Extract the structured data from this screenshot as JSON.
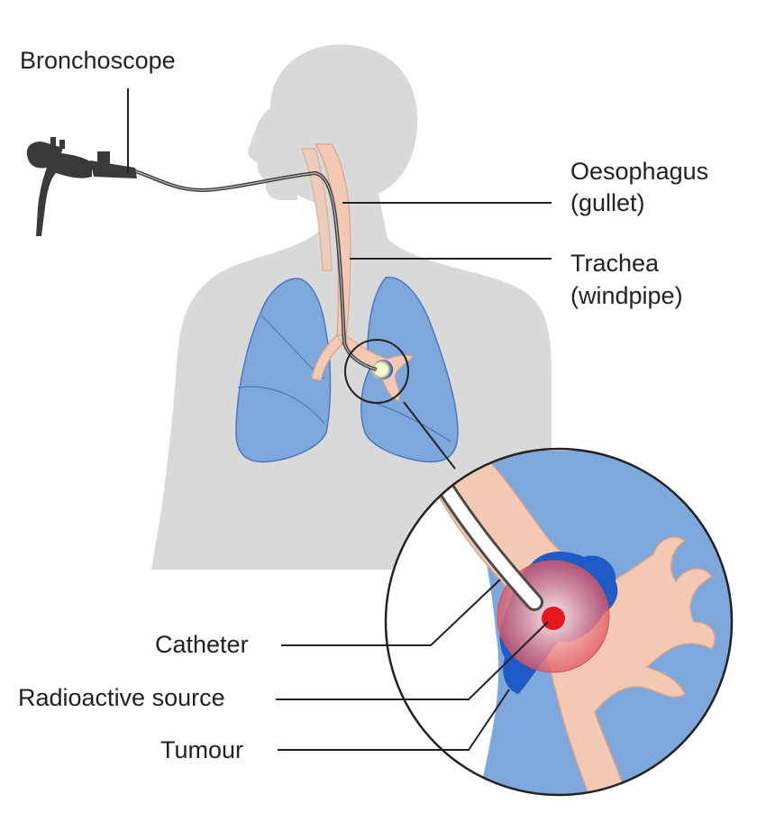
{
  "labels": {
    "bronchoscope": "Bronchoscope",
    "oesophagus": "Oesophagus",
    "oesophagus_sub": "(gullet)",
    "trachea": "Trachea",
    "trachea_sub": "(windpipe)",
    "catheter": "Catheter",
    "radioactive_source": "Radioactive source",
    "tumour": "Tumour"
  },
  "colors": {
    "body": "#d9d9d9",
    "lung_fill": "#7ea7dc",
    "lung_stroke": "#4a79bf",
    "airway": "#f3c9b4",
    "airway_stroke": "#d9a48d",
    "tumour": "#1f5bc7",
    "source": "#e8161e",
    "radiation_glow": "#f2a3a7",
    "leader_line": "#222222",
    "instrument": "#3a3a3a"
  }
}
